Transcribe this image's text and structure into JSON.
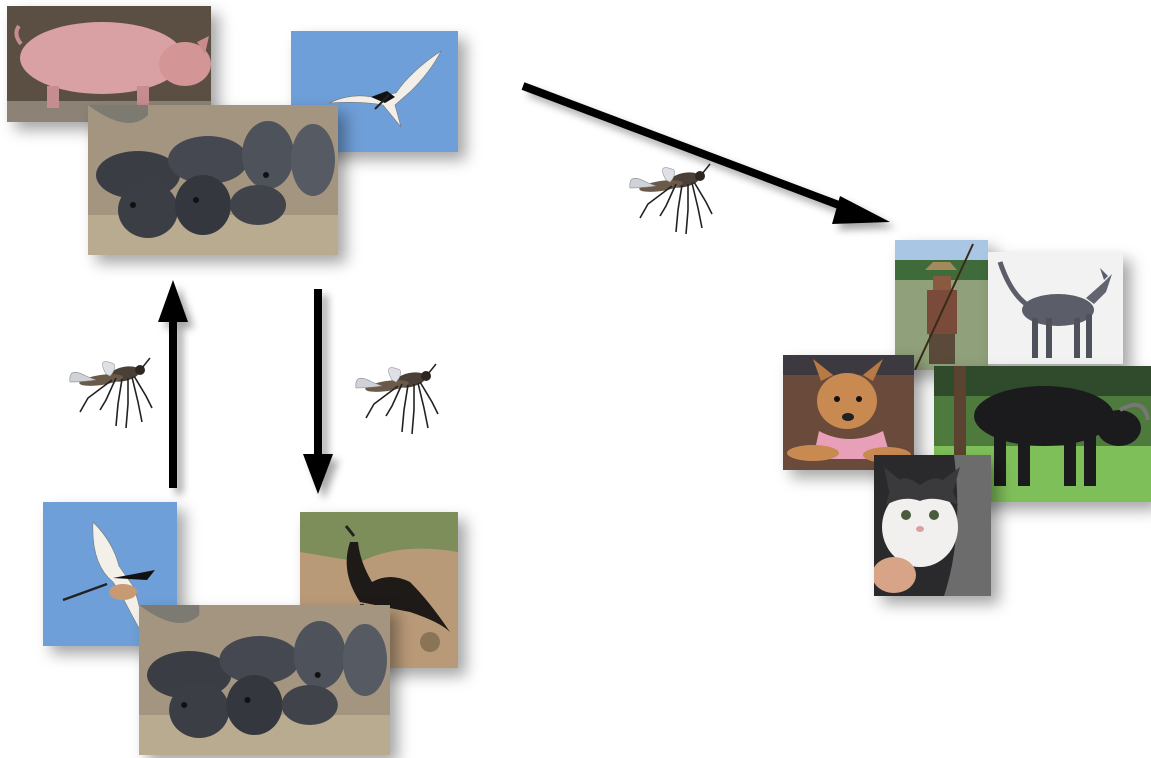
{
  "diagram": {
    "groups": [
      {
        "id": "top-left-cluster",
        "items": [
          "pig-icon",
          "bird-icon",
          "pig-icon"
        ]
      },
      {
        "id": "bottom-left-cluster",
        "items": [
          "bird-icon",
          "bird-icon",
          "pig-icon"
        ]
      },
      {
        "id": "right-cluster",
        "items": [
          "person-icon",
          "dog-icon",
          "dog-icon",
          "cow-icon",
          "cat-icon"
        ]
      }
    ],
    "vectors": [
      "mosquito-icon",
      "mosquito-icon",
      "mosquito-icon"
    ],
    "arrows": [
      {
        "from": "bottom-left-cluster",
        "to": "top-left-cluster"
      },
      {
        "from": "top-left-cluster",
        "to": "bottom-left-cluster"
      },
      {
        "from": "top-left-cluster",
        "to": "right-cluster"
      }
    ]
  },
  "colors": {
    "sky": "#6f9fd8",
    "pink_pig": "#d9a1a3",
    "black_pig": "#3c3f45",
    "arrow": "#000000",
    "background": "#ffffff"
  }
}
